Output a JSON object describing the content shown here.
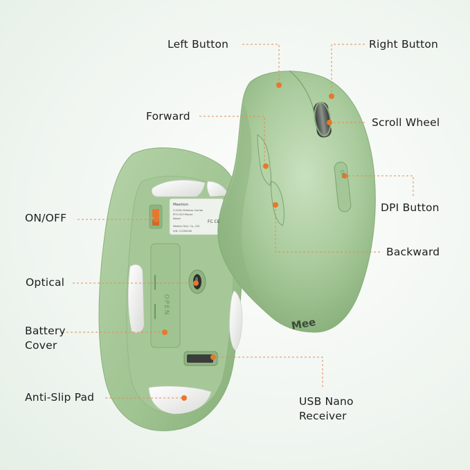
{
  "labels": {
    "left_button": "Left Button",
    "right_button": "Right Button",
    "forward": "Forward",
    "scroll_wheel": "Scroll Wheel",
    "on_off": "ON/OFF",
    "dpi_button": "DPI Button",
    "backward": "Backward",
    "optical": "Optical",
    "battery_cover_line1": "Battery",
    "battery_cover_line2": "Cover",
    "anti_slip_pad": "Anti-Slip Pad",
    "usb_receiver_line1": "USB Nano",
    "usb_receiver_line2": "Receiver"
  },
  "bottom_sticker": {
    "brand": "Meetion",
    "line1": "2.4GHz Wireless Combo",
    "line2": "MT-C410 Mouse",
    "line3": "Model",
    "line4": "Meetion Tech. Co., LTD",
    "serial": "S/N: CC000000",
    "marks": "FC CE"
  },
  "battery_cover_text": "OPEN",
  "dpi_text": "DPI",
  "top_brand_text": "Mee",
  "colors": {
    "mouse_body": "#a7c99a",
    "mouse_dark": "#8fb482",
    "mouse_light": "#c4dcb9",
    "pad": "#f3f4f2",
    "marker": "#e8772e",
    "leader": "#e58a4e",
    "background": "#f1f6f1",
    "text": "#1c1c1c"
  }
}
